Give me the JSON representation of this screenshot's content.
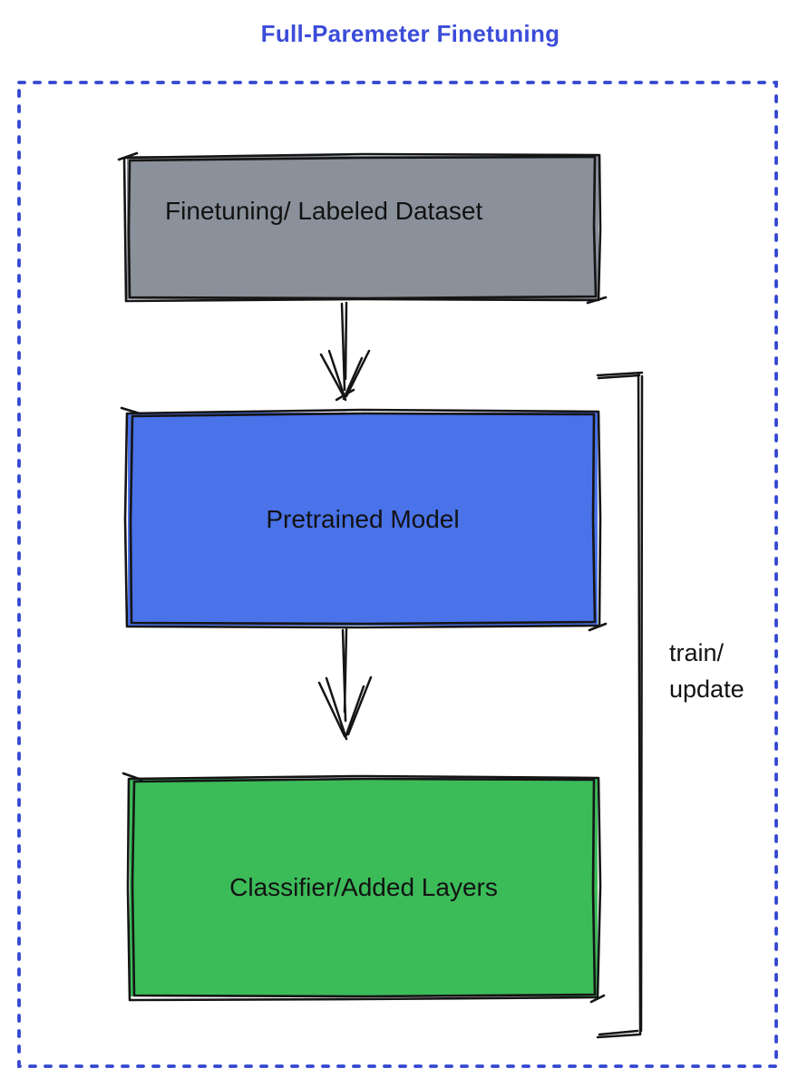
{
  "title": "Full-Paremeter Finetuning",
  "nodes": [
    {
      "label": "Finetuning/ Labeled Dataset",
      "fill": "#8A919B"
    },
    {
      "label": "Pretrained Model",
      "fill": "#4A72E9"
    },
    {
      "label": "Classifier/Added Layers",
      "fill": "#3CBB59"
    }
  ],
  "bracket_label": {
    "line1": "train/",
    "line2": "update"
  },
  "colors": {
    "title_text": "#3B4CD9",
    "boundary_dashes": "#3447D1",
    "sketch_stroke": "#151515",
    "label_text": "#121212"
  }
}
